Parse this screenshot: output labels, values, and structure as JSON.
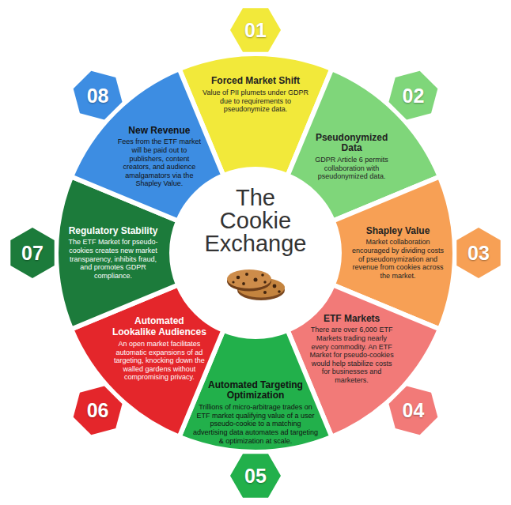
{
  "diagram": {
    "title": "The Cookie Exchange",
    "nodes": [
      {
        "text": [
          "01",
          "Forced Market Shift",
          "Value of PII plumets under GDPR due to requirements to pseudonymize data."
        ]
      },
      {
        "text": [
          "02",
          "Pseudonymized Data",
          "GDPR Article 6 permits collaboration with pseudonymized data."
        ]
      },
      {
        "text": [
          "03",
          "Shapley Value",
          "Market collaboration encouraged by dividing costs of pseudonymization and revenue from cookies across the market."
        ]
      },
      {
        "text": [
          "04",
          "ETF Markets",
          "There are over 6,000 ETF Markets trading nearly every commodity. An ETF Market for pseudo-cookies would help stabilize costs for businesses and marketers."
        ]
      },
      {
        "text": [
          "05",
          "Automated Targeting Optimization",
          "Trillions of micro-arbitrage trades on ETF market qualifying value of a user pseudo-cookie to a matching advertising data automates ad targeting & optimization at scale."
        ]
      },
      {
        "text": [
          "06",
          "Automated Lookalike Audiences",
          "An open market facilitates automatic expansions of ad targeting, knocking down the walled gardens without compromising privacy."
        ]
      },
      {
        "text": [
          "07",
          "Regulatory Stability",
          "The ETF Market for pseudo-cookies creates new market transparency, inhibits fraud, and promotes GDPR compliance."
        ]
      },
      {
        "text": [
          "08",
          "New Revenue",
          "Fees from the ETF market will be paid out to publishers, content creators, and audience amalgamators via the Shapley Value."
        ]
      }
    ]
  }
}
